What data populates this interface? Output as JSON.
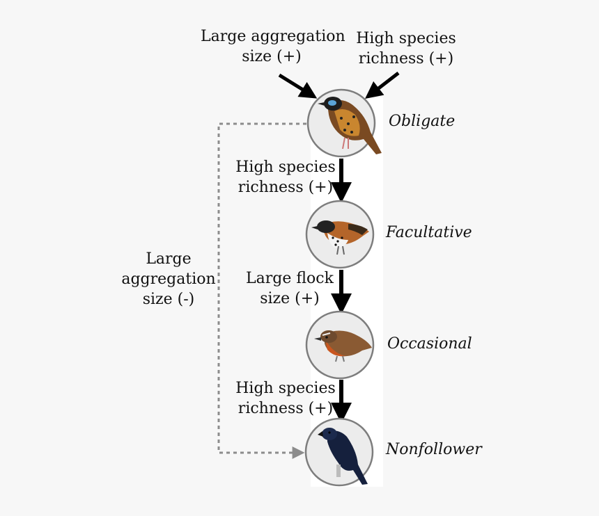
{
  "top_left_label": [
    "Large aggregation",
    "size (+)"
  ],
  "top_right_label": [
    "High species",
    "richness (+)"
  ],
  "left_label": [
    "Large",
    "aggregation",
    "size (-)"
  ],
  "edge_labels": [
    [
      "High species",
      "richness (+)"
    ],
    [
      "Large flock",
      "size (+)"
    ],
    [
      "High species",
      "richness (+)"
    ]
  ],
  "categories": [
    "Obligate",
    "Facultative",
    "Occasional",
    "Nonfollower"
  ],
  "colors": {
    "arrow": "#000000",
    "dashed": "#8c8c8c",
    "circle_fill": "#ececec",
    "circle_stroke": "#7d7d7d",
    "panel": "#ffffff"
  }
}
